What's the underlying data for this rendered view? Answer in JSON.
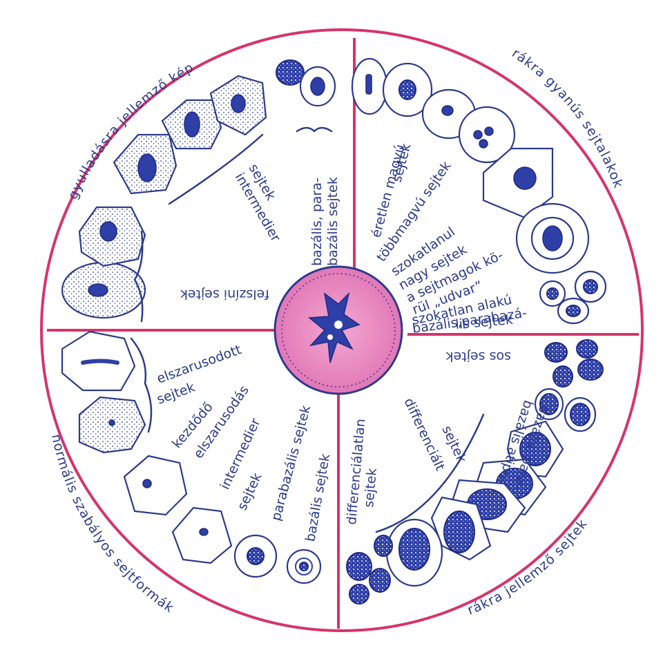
{
  "colors": {
    "ring": "#d6336c",
    "ink": "#2a3a8c",
    "nucleus": "#2e3fa8",
    "center_fill": "#e277b6"
  },
  "ring_labels": {
    "top_left": "gyulladásra jellemző kép",
    "top_right": "rákra gyanús sejtalakok",
    "bottom_right": "rákra jellemző sejtek",
    "bottom_left": "normális szabályos sejtformák"
  },
  "inflammation": {
    "basal": "bazális, para-",
    "basal2": "bazális sejtek",
    "intermediate1": "intermedier",
    "intermediate2": "sejtek",
    "surface": "felszíni sejtek"
  },
  "suspicious": {
    "immature1": "éretlen magvú",
    "immature2": "sejtek",
    "multinuclear": "többmagvú sejtek",
    "unusual1": "szokatlanul",
    "unusual2": "nagy sejtek",
    "halo1": "a sejtmagok kö-",
    "halo2": "rül „udvar”",
    "shape1": "szokatlan alakú",
    "shape2": "bazális,parabazá-",
    "shape3": "lis sejtek"
  },
  "cancer": {
    "atypical1": "bazális, para-",
    "atypical2": "bazális atipu-",
    "atypical3": "sos sejtek",
    "diff1": "differenciált",
    "diff2": "sejtek"
  },
  "normal": {
    "keratinized1": "elszarusodott",
    "keratinized2": "sejtek",
    "starting1": "kezdődő",
    "starting2": "elszarusodás",
    "intermediate1": "intermedier",
    "intermediate2": "sejtek",
    "parabasal": "parabazális sejtek",
    "basal": "bazális sejtek",
    "undiff1": "differenciálatlan",
    "undiff2": "sejtek"
  }
}
